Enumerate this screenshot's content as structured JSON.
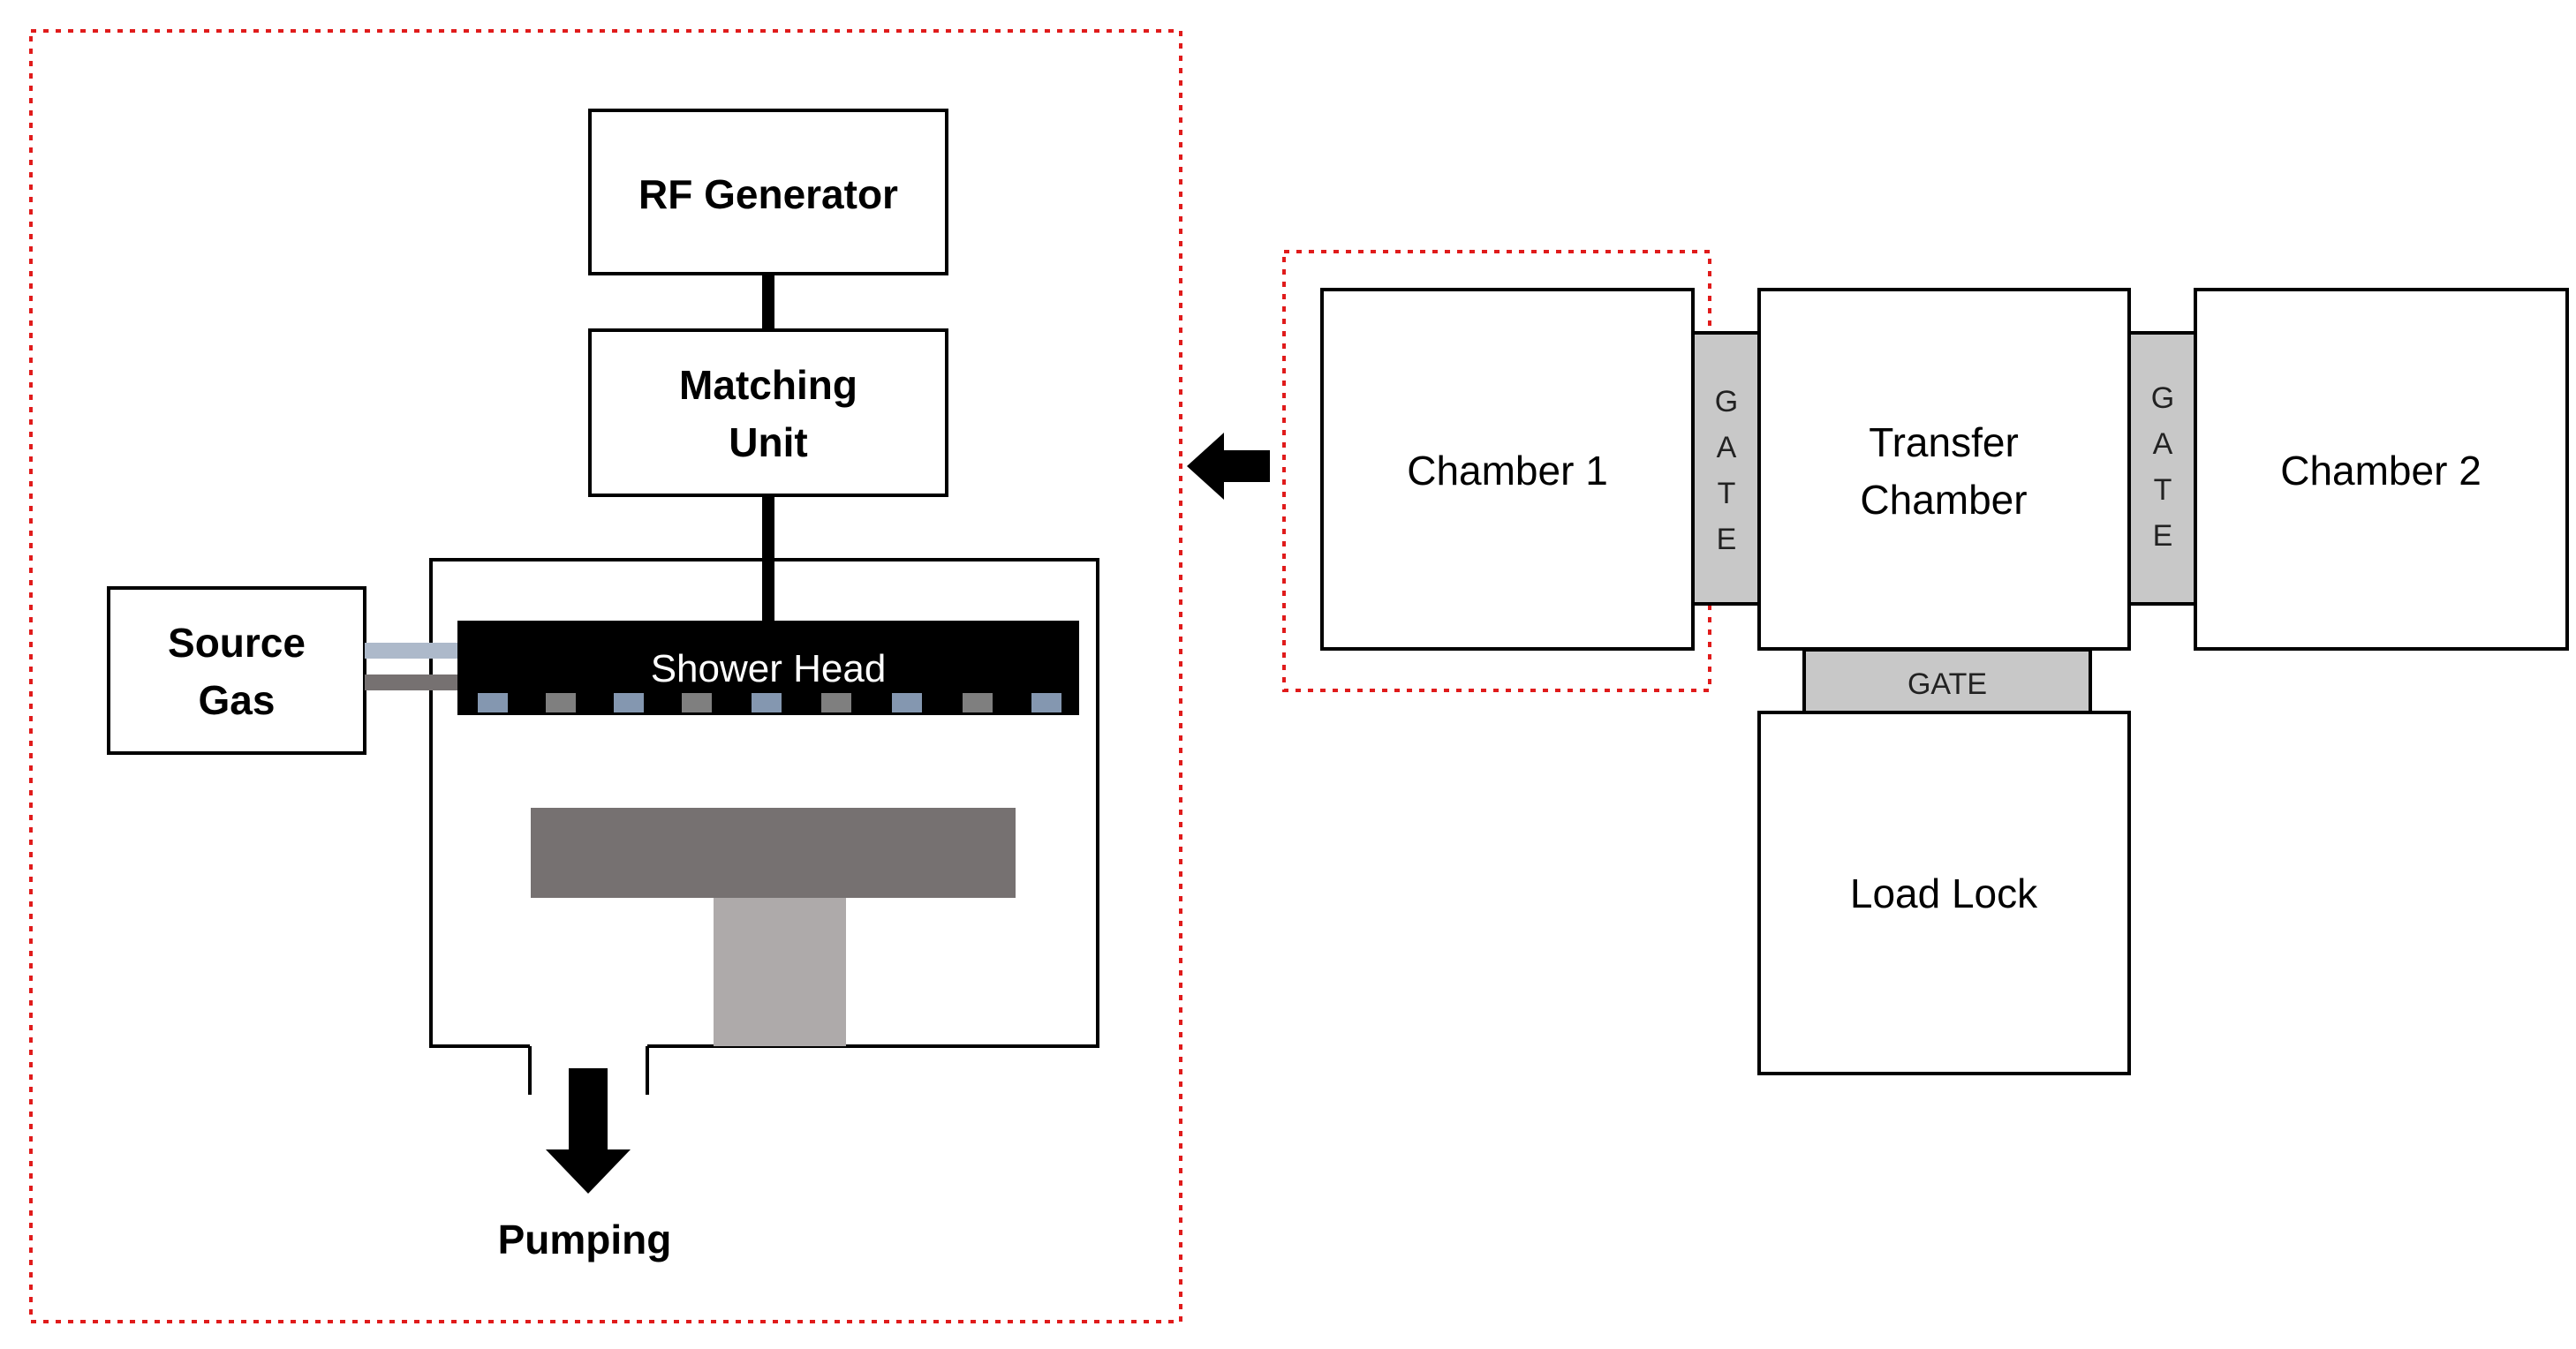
{
  "process_chamber_detail": {
    "rf_generator": "RF Generator",
    "matching_unit": [
      "Matching",
      "Unit"
    ],
    "source_gas": [
      "Source",
      "Gas"
    ],
    "shower_head": "Shower Head",
    "pumping": "Pumping"
  },
  "cluster_tool": {
    "chamber_1": "Chamber 1",
    "transfer_chamber": [
      "Transfer",
      "Chamber"
    ],
    "chamber_2": "Chamber 2",
    "load_lock": "Load Lock",
    "gate_vertical": [
      "G",
      "A",
      "T",
      "E"
    ],
    "gate_horizontal": "GATE"
  },
  "colors": {
    "highlight_border": "#e01b1b",
    "gate_fill": "#c8c8c8",
    "shower_head_fill": "#000000",
    "susceptor_fill": "#767171",
    "pedestal_fill": "#aeaaaa",
    "gas_line_light": "#adb9ca",
    "gas_line_dark": "#767171",
    "hole_blue": "#8497b0",
    "hole_gray": "#7f7f7f"
  }
}
